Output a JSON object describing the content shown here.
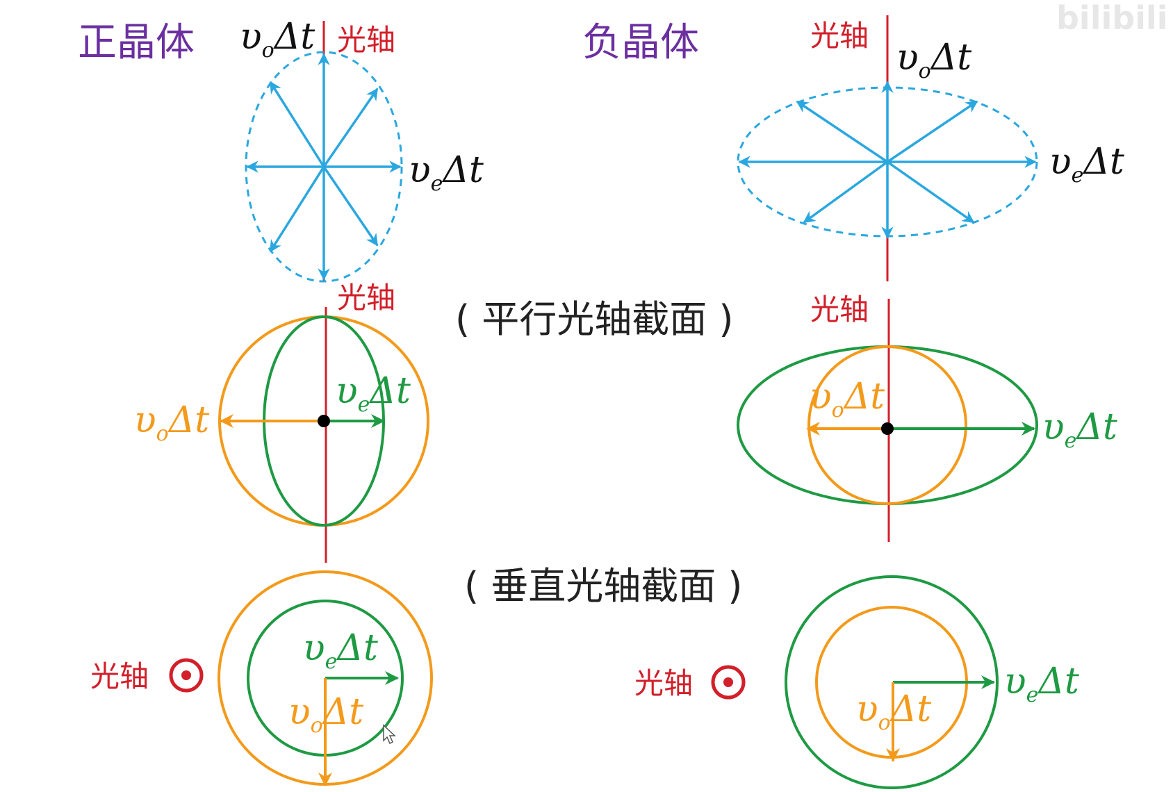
{
  "watermark": "bilibili",
  "titles": {
    "positive": "正晶体",
    "negative": "负晶体"
  },
  "axis_label": "光轴",
  "section_labels": {
    "parallel": "( 平行光轴截面 )",
    "perpendicular": "( 垂直光轴截面 )"
  },
  "symbols": {
    "velocity": "υ",
    "delta_t": "Δt",
    "ordinary_sub": "o",
    "extraordinary_sub": "e"
  },
  "colors": {
    "title": "#6b2fa0",
    "axis": "#d21f2a",
    "wavefront_blue": "#2aa7df",
    "ordinary": "#f39a1b",
    "extraordinary": "#1e9a43",
    "dot": "#000000"
  }
}
